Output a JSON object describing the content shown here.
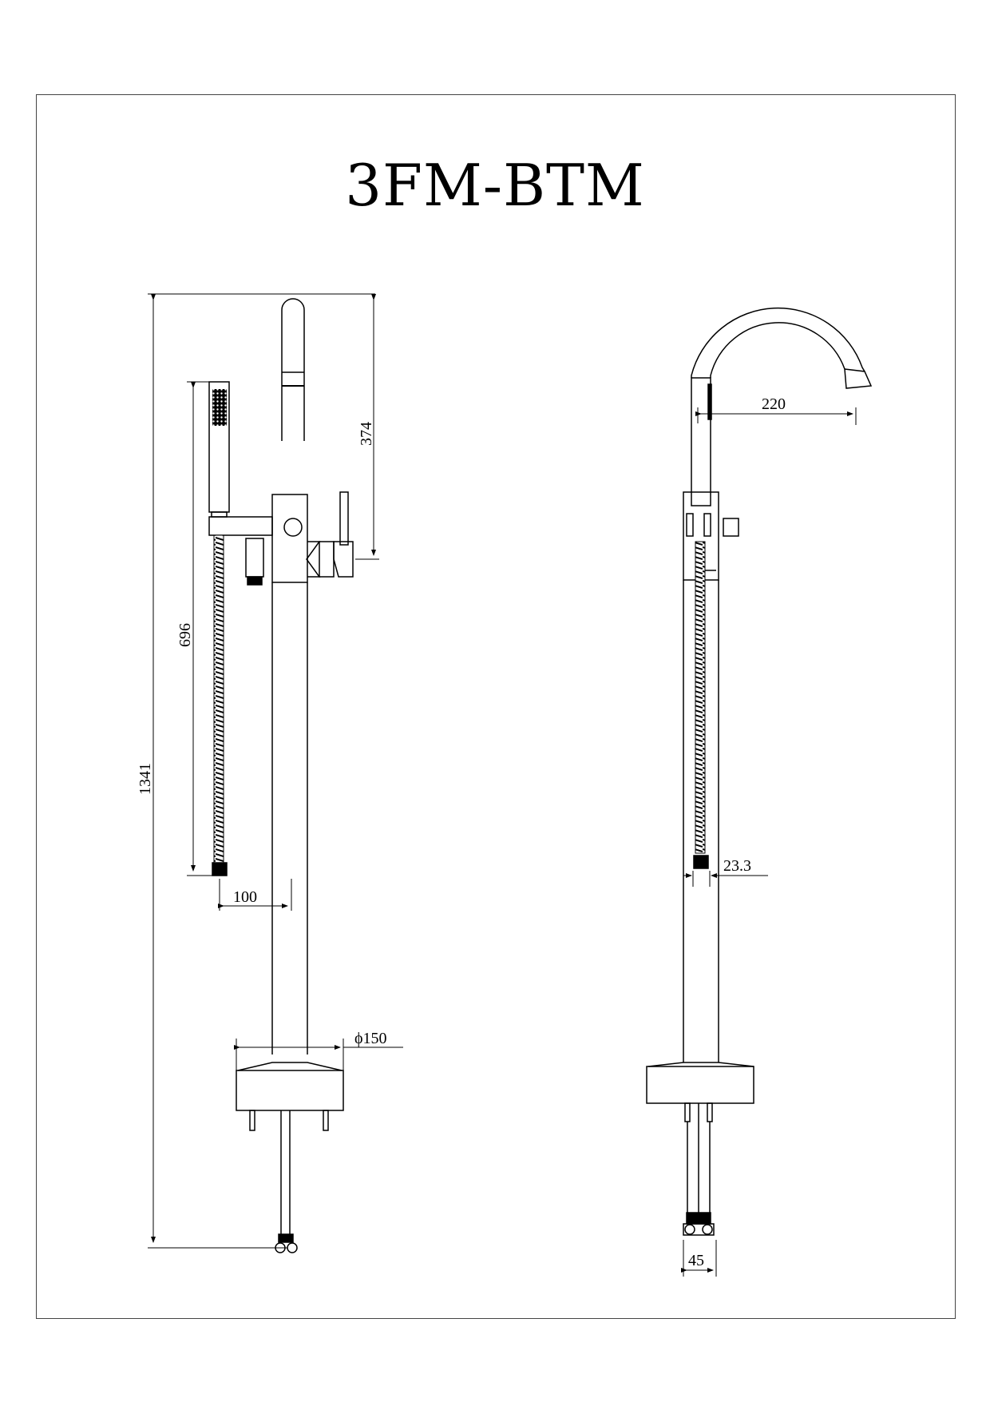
{
  "document": {
    "title": "3FM-BTM",
    "type": "technical drawing",
    "views": [
      "front-view",
      "side-view"
    ]
  },
  "front_view": {
    "dimensions": {
      "overall_height": "1341",
      "spout_height": "374",
      "hose_length": "696",
      "handshower_offset": "100",
      "base_diameter": "ϕ150"
    }
  },
  "side_view": {
    "dimensions": {
      "spout_reach": "220",
      "hose_connector": "23.3",
      "inlet_width": "45"
    }
  },
  "colors": {
    "line": "#000000",
    "frame": "#444444",
    "background": "#ffffff"
  }
}
